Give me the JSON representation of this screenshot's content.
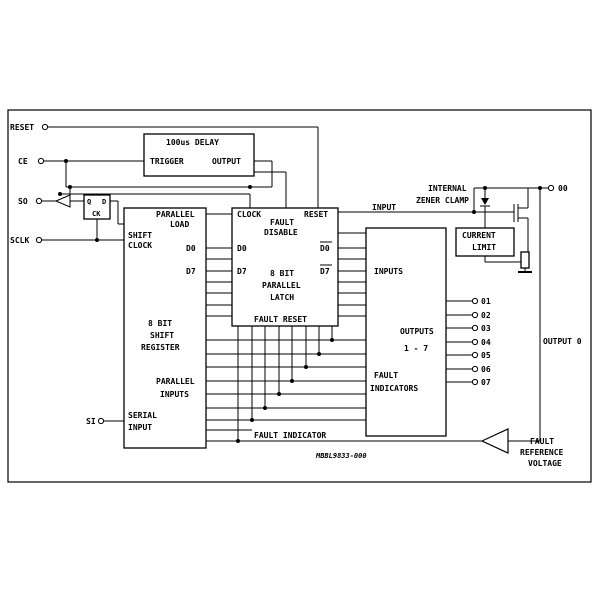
{
  "pins": {
    "reset": "RESET",
    "ce": "CE",
    "so": "SO",
    "sclk": "SCLK",
    "si": "SI",
    "o0": "00",
    "o1": "01",
    "o2": "02",
    "o3": "03",
    "o4": "04",
    "o5": "05",
    "o6": "06",
    "o7": "07"
  },
  "delay": {
    "title": "100us DELAY",
    "trigger": "TRIGGER",
    "output": "OUTPUT"
  },
  "flipflop": {
    "q": "Q",
    "d": "D",
    "ck": "CK"
  },
  "shift_register": {
    "parallel_load": [
      "PARALLEL",
      "LOAD"
    ],
    "shift_clock": [
      "SHIFT",
      "CLOCK"
    ],
    "d0": "D0",
    "d7": "D7",
    "title": [
      "8 BIT",
      "SHIFT",
      "REGISTER"
    ],
    "parallel_inputs": [
      "PARALLEL",
      "INPUTS"
    ],
    "serial_input": [
      "SERIAL",
      "INPUT"
    ]
  },
  "latch": {
    "clock": "CLOCK",
    "reset": "RESET",
    "fault_disable": [
      "FAULT",
      "DISABLE"
    ],
    "d0": "D0",
    "d7": "D7",
    "title": [
      "8 BIT",
      "PARALLEL",
      "LATCH"
    ],
    "fault_reset": "FAULT RESET"
  },
  "outputs_block": {
    "inputs": "INPUTS",
    "outputs": [
      "OUTPUTS",
      "1 - 7"
    ],
    "fault": [
      "FAULT",
      "INDICATORS"
    ]
  },
  "labels": {
    "input": "INPUT",
    "zener": [
      "INTERNAL",
      "ZENER CLAMP"
    ],
    "current_limit": [
      "CURRENT",
      "LIMIT"
    ],
    "output0": "OUTPUT 0",
    "fault_indicator": "FAULT INDICATOR",
    "fault_ref": [
      "FAULT",
      "REFERENCE",
      "VOLTAGE"
    ],
    "part_code": "MBBL9833-000"
  }
}
